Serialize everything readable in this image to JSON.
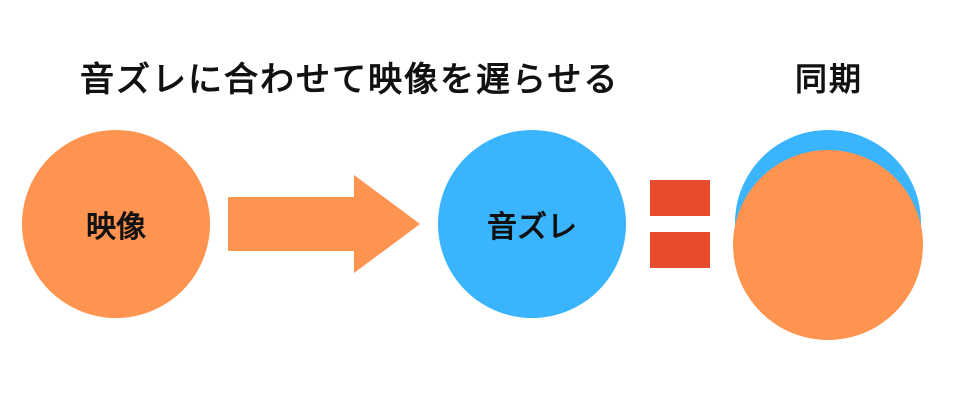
{
  "caption": "音ズレに合わせて映像を遅らせる",
  "sync_label": "同期",
  "video_circle": {
    "label": "映像"
  },
  "audio_circle": {
    "label": "音ズレ"
  },
  "colors": {
    "orange": "#FF9450",
    "blue": "#3AB4FC",
    "red": "#E84B2C",
    "text": "#111111"
  },
  "icons": {
    "arrow": "arrow-right-icon",
    "equals": "equals-icon"
  }
}
